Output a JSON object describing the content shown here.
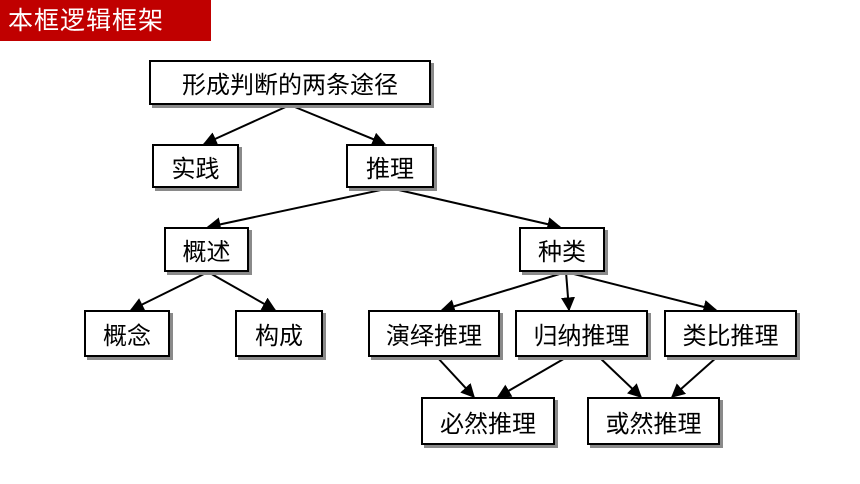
{
  "banner": {
    "title": "本框逻辑框架"
  },
  "diagram": {
    "root": "形成判断的两条途径",
    "practice": "实践",
    "reasoning": "推理",
    "overview": "概述",
    "types": "种类",
    "concept": "概念",
    "composition": "构成",
    "deductive": "演绎推理",
    "inductive": "归纳推理",
    "analogical": "类比推理",
    "necessary": "必然推理",
    "probable": "或然推理"
  }
}
